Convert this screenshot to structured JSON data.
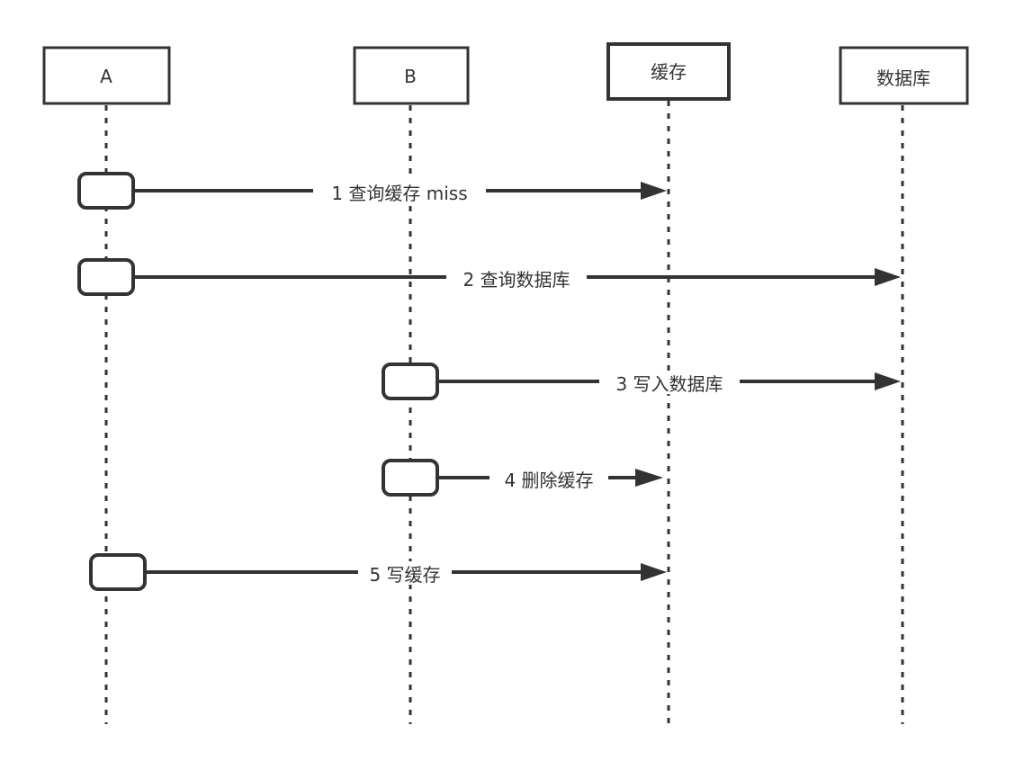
{
  "participants": [
    {
      "label": "A"
    },
    {
      "label": "B"
    },
    {
      "label": "缓存"
    },
    {
      "label": "数据库"
    }
  ],
  "messages": [
    {
      "label": "1 查询缓存 miss",
      "from": "A",
      "to": "缓存"
    },
    {
      "label": "2 查询数据库",
      "from": "A",
      "to": "数据库"
    },
    {
      "label": "3 写入数据库",
      "from": "B",
      "to": "数据库"
    },
    {
      "label": "4 删除缓存",
      "from": "B",
      "to": "缓存"
    },
    {
      "label": "5 写缓存",
      "from": "A",
      "to": "缓存"
    }
  ],
  "colors": {
    "stroke": "#333333",
    "background": "#ffffff"
  }
}
